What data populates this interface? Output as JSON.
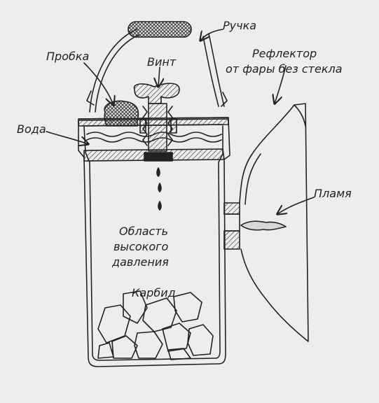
{
  "labels": {
    "handle": "Ручка",
    "plug": "Пробка",
    "screw": "Винт",
    "reflector_line1": "Рефлектор",
    "reflector_line2": "от фары без стекла",
    "water": "Вода",
    "flame": "Пламя",
    "high_pressure_line1": "Область",
    "high_pressure_line2": "высокого",
    "high_pressure_line3": "давления",
    "carbide": "Карбид"
  },
  "colors": {
    "background": "#ededed",
    "ink": "#222222",
    "hatch": "#444444"
  }
}
